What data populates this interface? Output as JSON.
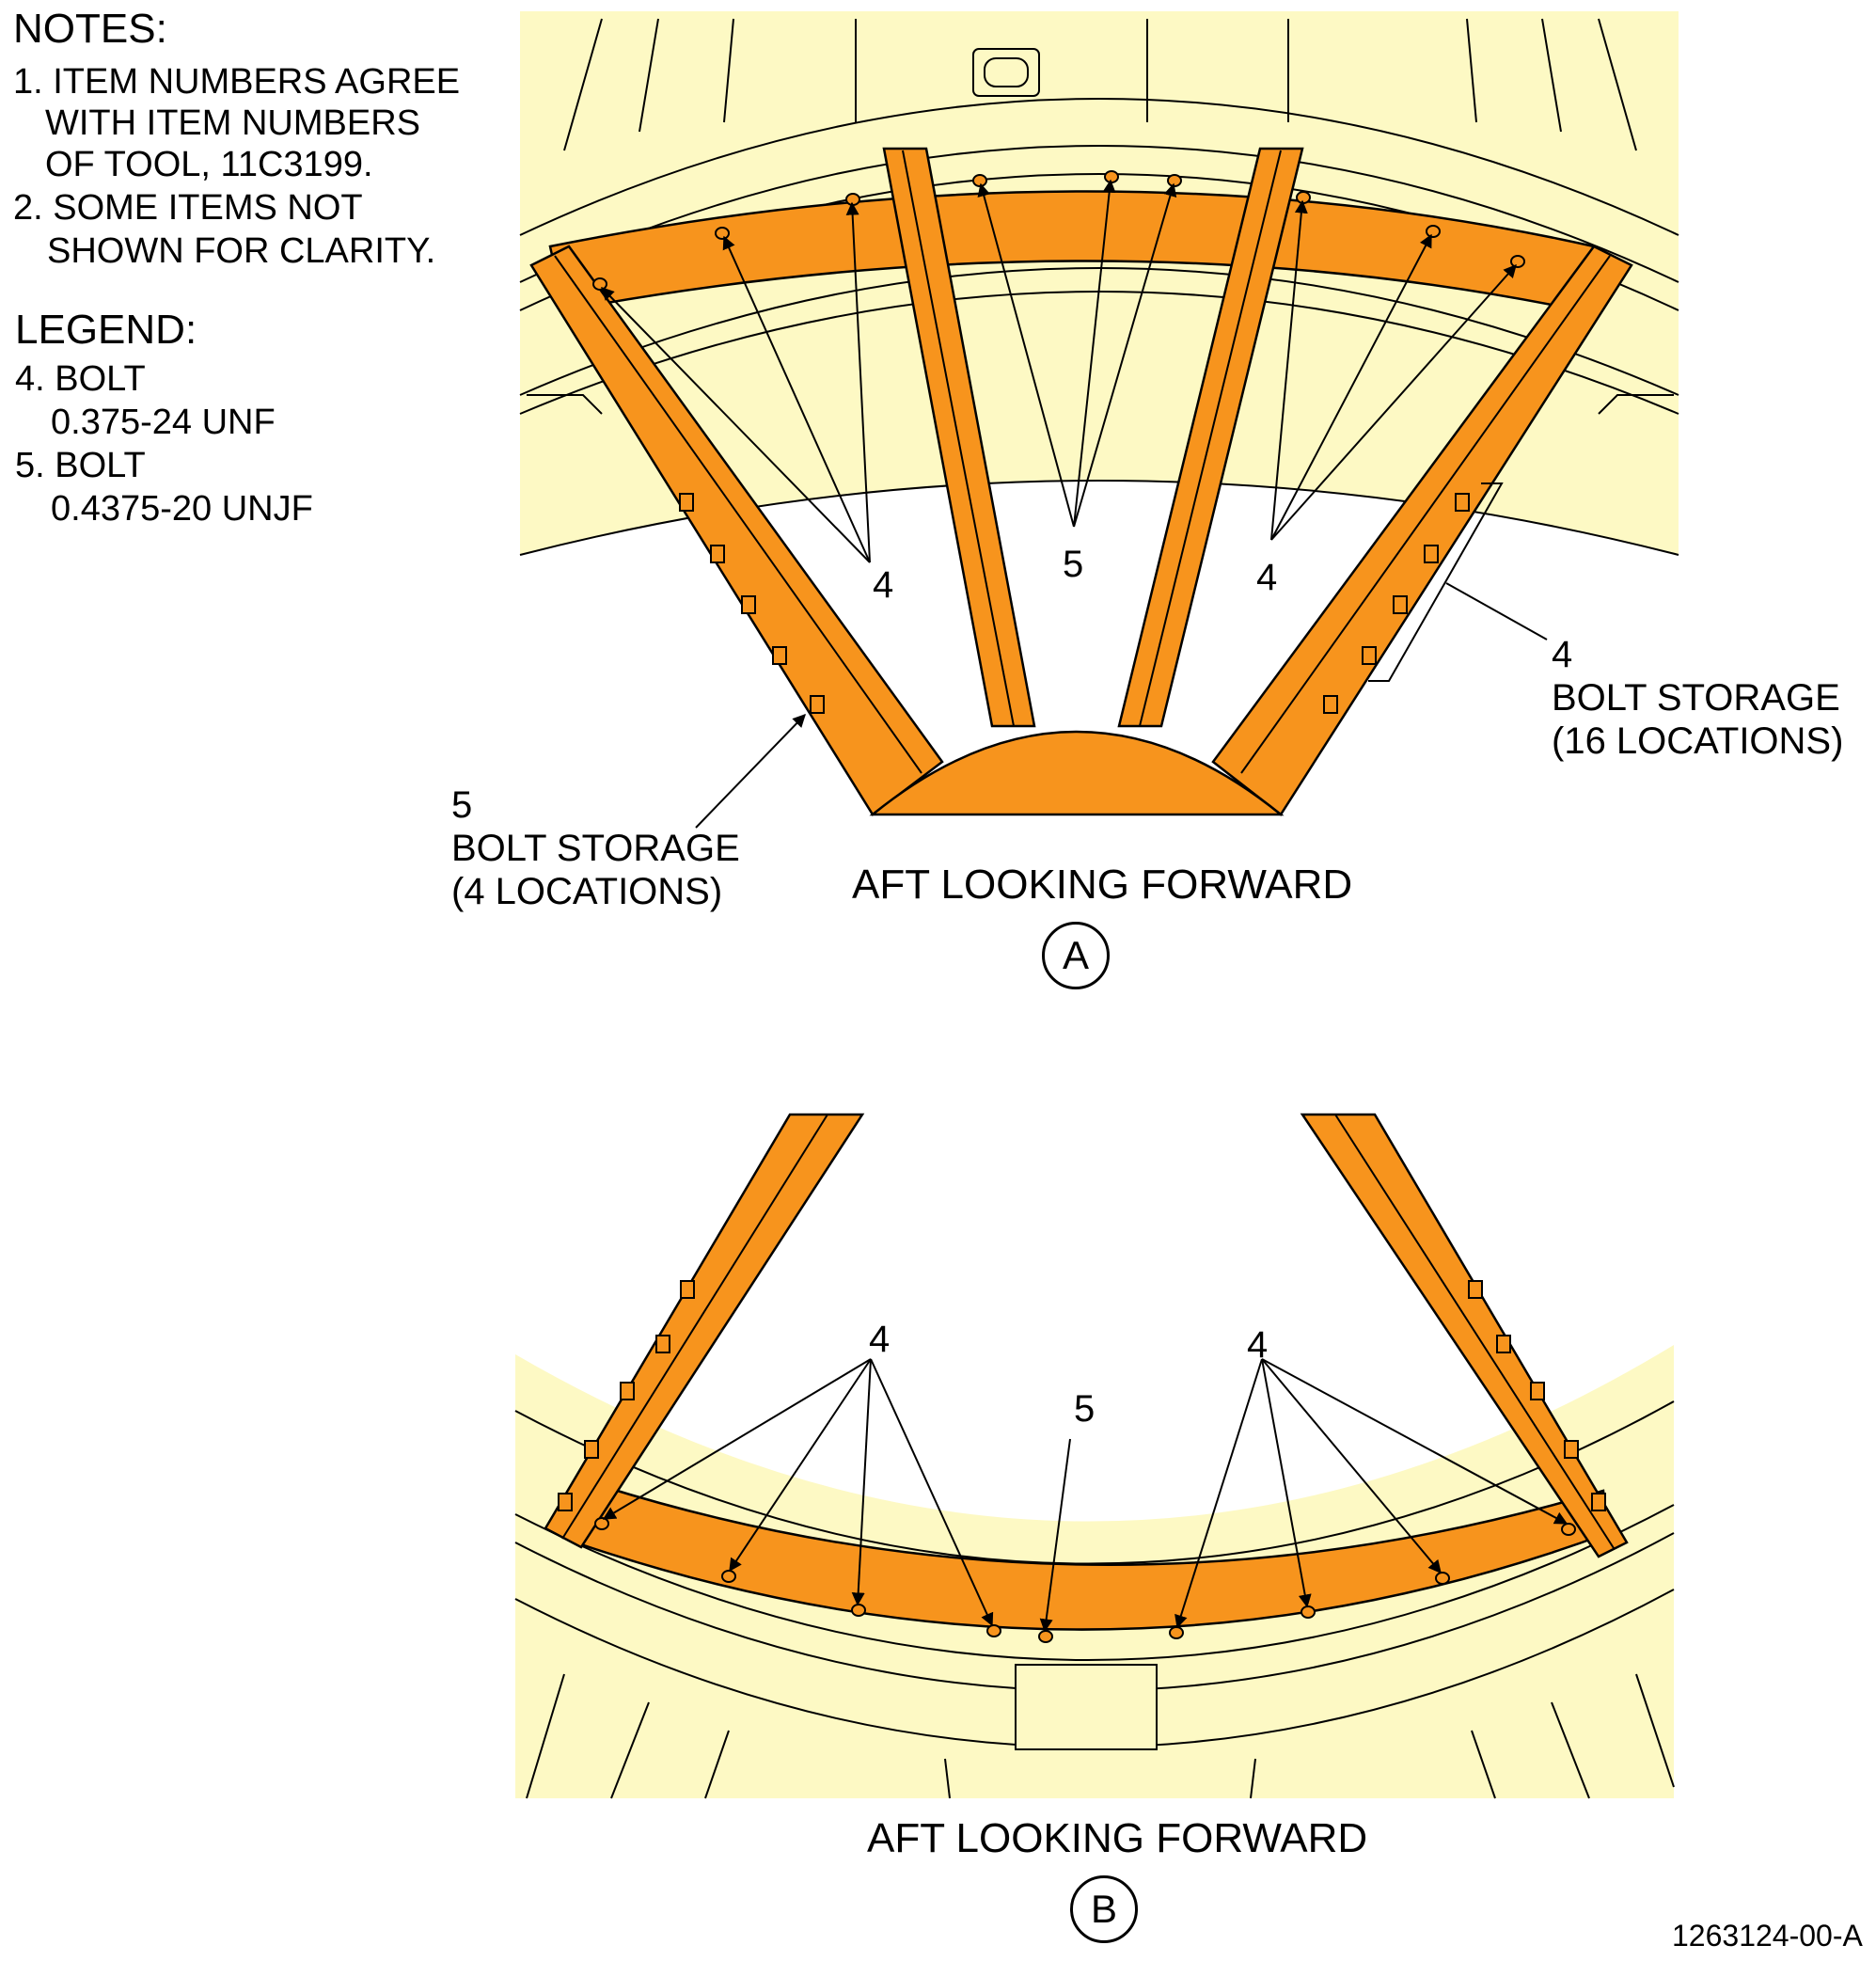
{
  "notes": {
    "title": "NOTES:",
    "lines": [
      "1. ITEM NUMBERS AGREE",
      "WITH ITEM NUMBERS",
      "OF TOOL, 11C3199.",
      "2. SOME ITEMS NOT",
      "SHOWN FOR CLARITY."
    ]
  },
  "legend": {
    "title": "LEGEND:",
    "lines": [
      "4. BOLT",
      "0.375-24 UNF",
      "5. BOLT",
      "0.4375-20 UNJF"
    ]
  },
  "view_a": {
    "callout_4_left": "4",
    "callout_5_center": "5",
    "callout_4_right": "4",
    "storage_right_item": "4",
    "storage_right_label": "BOLT STORAGE",
    "storage_right_count": "(16 LOCATIONS)",
    "storage_left_item": "5",
    "storage_left_label": "BOLT STORAGE",
    "storage_left_count": "(4 LOCATIONS)",
    "title": "AFT LOOKING FORWARD",
    "letter": "A"
  },
  "view_b": {
    "callout_4_left": "4",
    "callout_5_center": "5",
    "callout_4_right": "4",
    "title": "AFT LOOKING FORWARD",
    "letter": "B"
  },
  "figure_number": "1263124-00-A",
  "colors": {
    "background_structure": "#FDF9C4",
    "tool_fill": "#F7941D",
    "line": "#000000"
  }
}
